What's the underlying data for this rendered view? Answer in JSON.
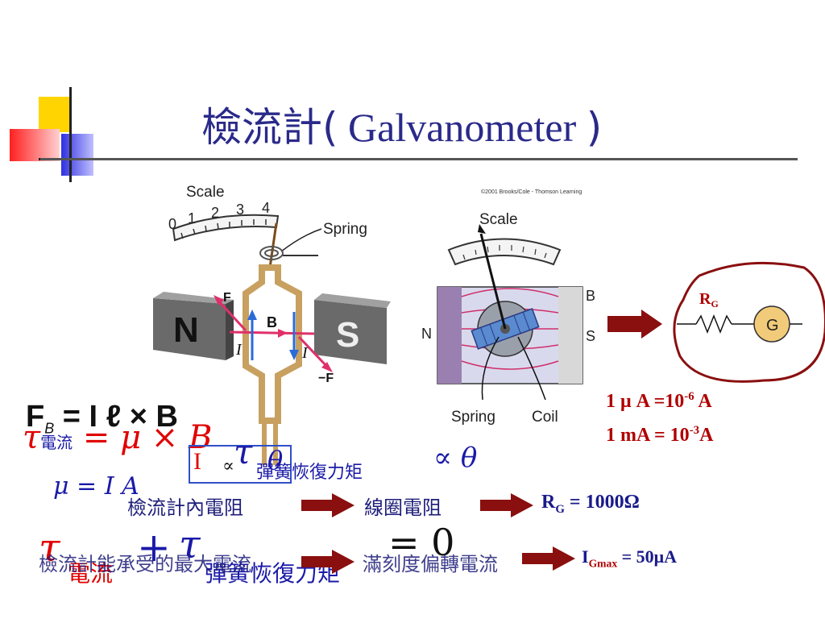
{
  "title": {
    "zh": "檢流計",
    "paren_open": "(",
    "en": " Galvanometer ",
    "paren_close": ")"
  },
  "figure_left": {
    "scale": "Scale",
    "ticks": [
      "0",
      "1",
      "2",
      "3",
      "4"
    ],
    "spring": "Spring",
    "magnet_n": "N",
    "magnet_s": "S",
    "force_top": "F",
    "force_bottom": "−F",
    "field": "B",
    "current_left": "I",
    "current_right": "I"
  },
  "figure_right": {
    "copyright": "©2001 Brooks/Cole - Thomson Learning",
    "scale": "Scale",
    "pole_n": "N",
    "pole_s": "S",
    "field": "B",
    "spring": "Spring",
    "coil": "Coil"
  },
  "circuit": {
    "resistor_label": "R",
    "resistor_sub": "G",
    "meter": "G"
  },
  "conversions": {
    "micro_lhs": "1 μ A =10",
    "micro_exp": "-6",
    "micro_unit": " A",
    "milli_lhs": "1 mA = 10",
    "milli_exp": "-3",
    "milli_unit": "A"
  },
  "formulas": {
    "fb_f": "F",
    "fb_sub": "B",
    "fb_rest": " = I ℓ × B",
    "torque_tau": "τ",
    "torque_sub": "電流",
    "torque_rest": " = μ × B",
    "prop_i": "I",
    "prop_sym": "∝",
    "prop_tau": "τ",
    "prop_theta": "θ",
    "prop_right": "∝ θ",
    "spring_torque_label": "彈簧恢復力矩",
    "mu_rest": "μ = I A",
    "sum_tau1": "τ",
    "sum_plus": "+",
    "sum_tau2": "τ",
    "sum_eq": "= 0",
    "sum_sub1": "電流",
    "sum_sub2": "彈簧恢復力矩"
  },
  "rows": {
    "internal_resistance": "檢流計內電阻",
    "coil_resistance": "線圈電阻",
    "rg_label": "R",
    "rg_sub": "G",
    "rg_value": " =  1000Ω",
    "max_current": "檢流計能承受的最大電流",
    "full_scale": "滿刻度偏轉電流",
    "ig_label": "I",
    "ig_sub": "Gmax",
    "ig_value": " = 50μA"
  }
}
